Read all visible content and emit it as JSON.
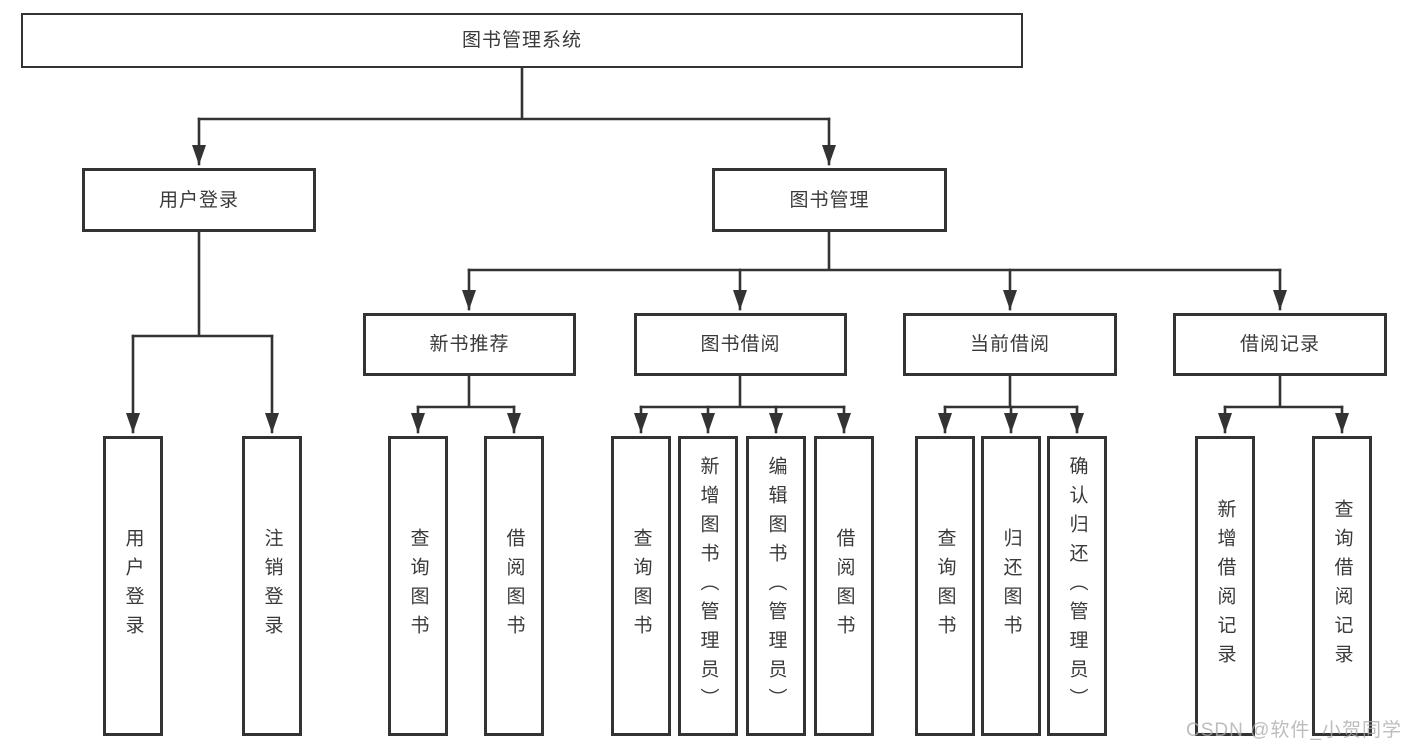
{
  "diagram": {
    "background": "#ffffff",
    "line_color": "#333333",
    "text_color": "#3a3a3a",
    "watermark_color": "#ababab",
    "nodes": {
      "root": {
        "label": "图书管理系统"
      },
      "user_login": {
        "label": "用户登录"
      },
      "book_mgmt": {
        "label": "图书管理"
      },
      "new_book_rec": {
        "label": "新书推荐"
      },
      "book_borrow": {
        "label": "图书借阅"
      },
      "current_borrow": {
        "label": "当前借阅"
      },
      "borrow_record": {
        "label": "借阅记录"
      },
      "leaf_user_login": {
        "label": "用户登录"
      },
      "leaf_logout": {
        "label": "注销登录"
      },
      "rec_query_book": {
        "label": "查询图书"
      },
      "rec_borrow_book": {
        "label": "借阅图书"
      },
      "bb_query_book": {
        "label": "查询图书"
      },
      "bb_add_book": {
        "label": "新增图书（管理员）"
      },
      "bb_edit_book": {
        "label": "编辑图书（管理员）"
      },
      "bb_borrow_book": {
        "label": "借阅图书"
      },
      "cb_query_book": {
        "label": "查询图书"
      },
      "cb_return_book": {
        "label": "归还图书"
      },
      "cb_confirm_return": {
        "label": "确认归还（管理员）"
      },
      "br_add_record": {
        "label": "新增借阅记录"
      },
      "br_query_record": {
        "label": "查询借阅记录"
      }
    },
    "watermark": "CSDN @软件_小贺同学"
  }
}
